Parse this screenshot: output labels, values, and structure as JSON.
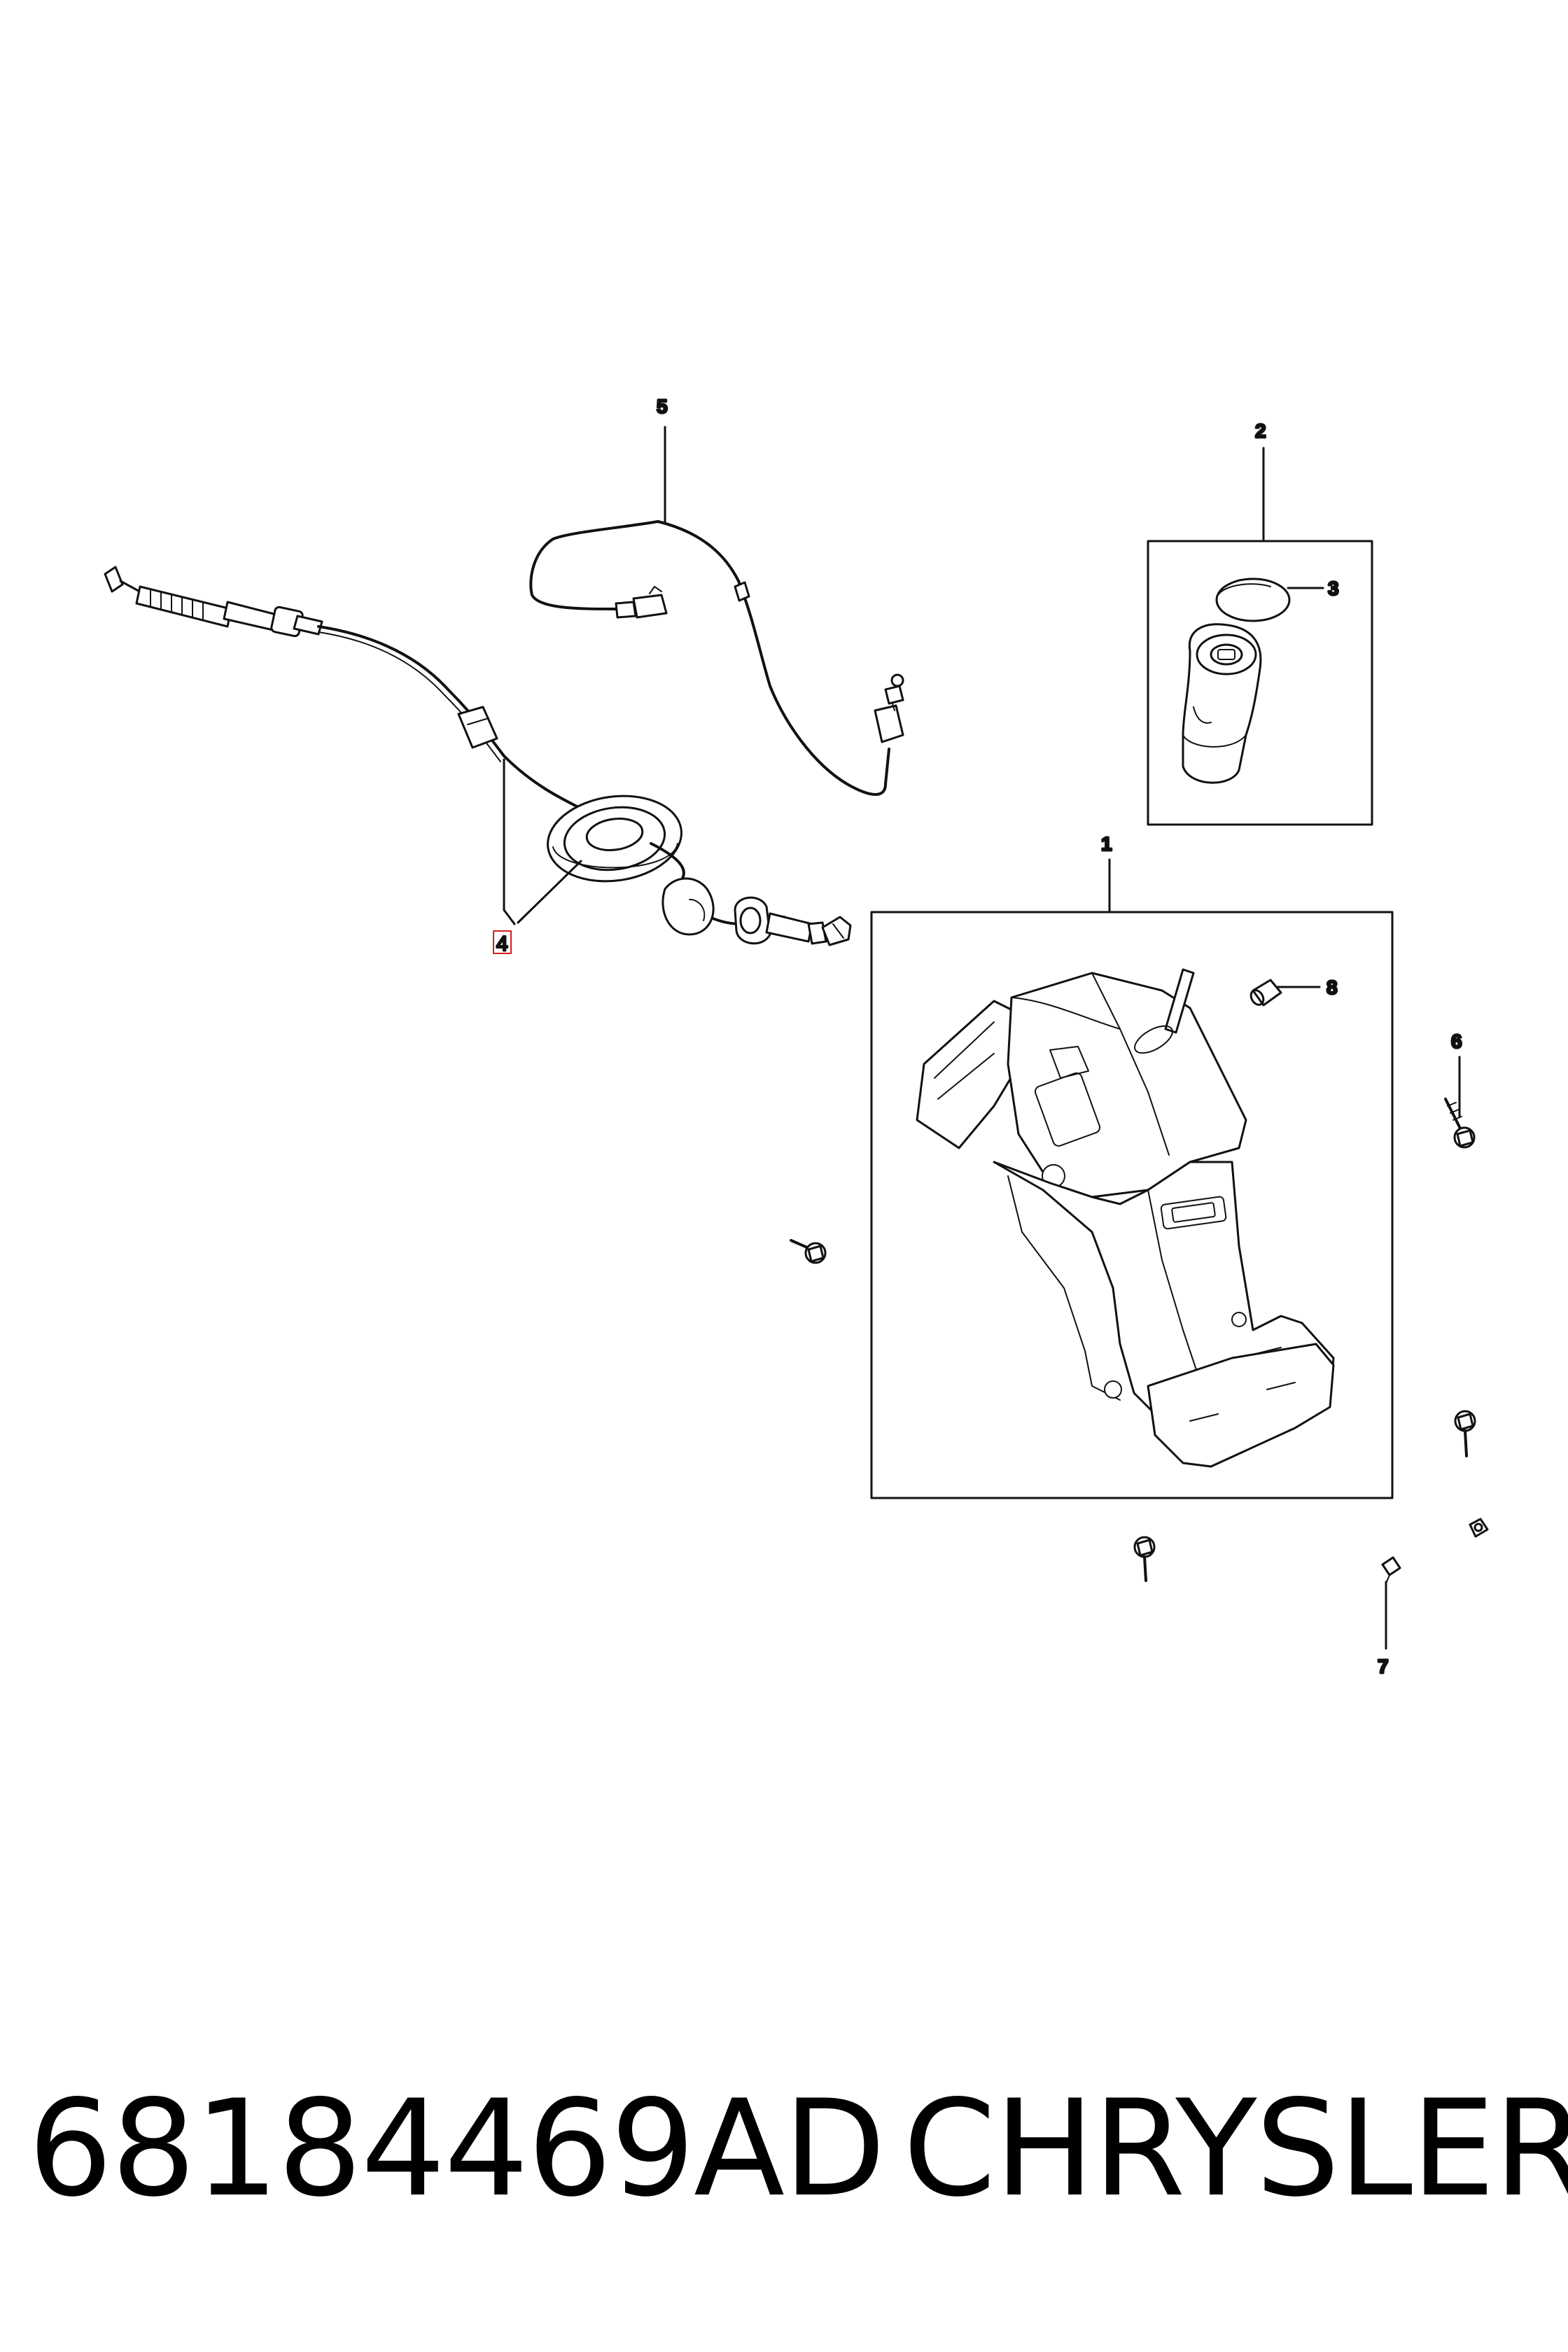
{
  "diagram": {
    "callouts": {
      "c1": "1",
      "c2": "2",
      "c3": "3",
      "c4": "4",
      "c5": "5",
      "c6": "6",
      "c7": "7",
      "c8": "8"
    }
  },
  "footer": {
    "part_number": "68184469AD",
    "brand": "CHRYSLER"
  }
}
